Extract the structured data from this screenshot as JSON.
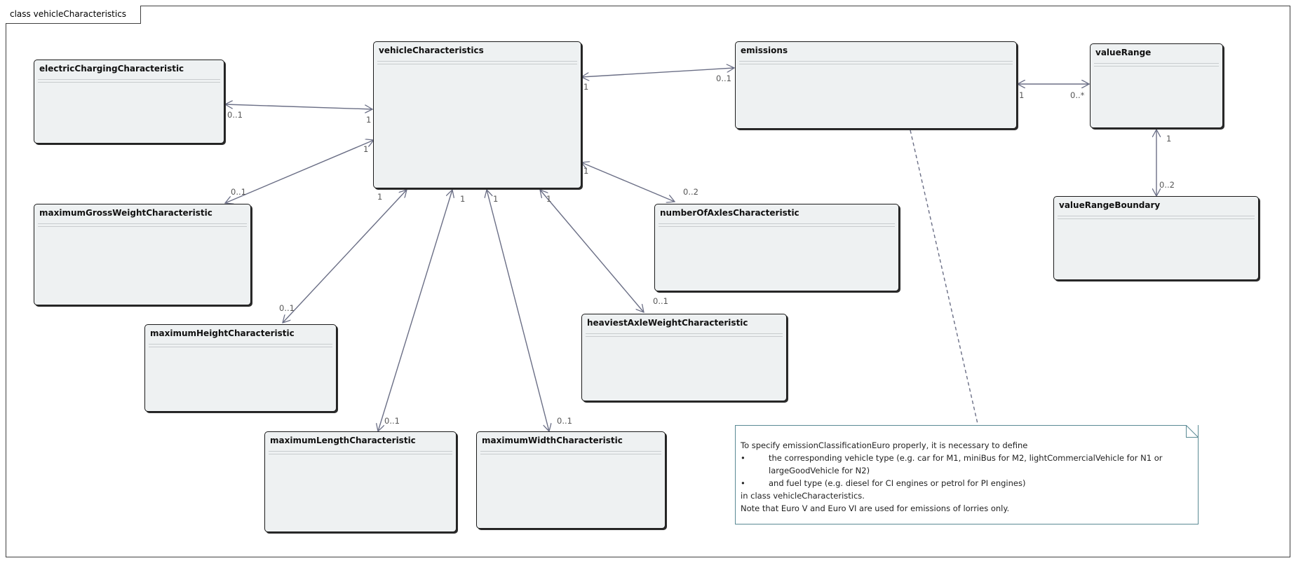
{
  "frame": {
    "title": "class vehicleCharacteristics"
  },
  "classes": {
    "vehicleCharacteristics": "vehicleCharacteristics",
    "electricChargingCharacteristic": "electricChargingCharacteristic",
    "maximumGrossWeightCharacteristic": "maximumGrossWeightCharacteristic",
    "maximumHeightCharacteristic": "maximumHeightCharacteristic",
    "maximumLengthCharacteristic": "maximumLengthCharacteristic",
    "maximumWidthCharacteristic": "maximumWidthCharacteristic",
    "heaviestAxleWeightCharacteristic": "heaviestAxleWeightCharacteristic",
    "numberOfAxlesCharacteristic": "numberOfAxlesCharacteristic",
    "emissions": "emissions",
    "valueRange": "valueRange",
    "valueRangeBoundary": "valueRangeBoundary"
  },
  "multiplicities": {
    "ec_src": "1",
    "ec_dst": "0..1",
    "mgw_src": "1",
    "mgw_dst": "0..1",
    "mh_src": "1",
    "mh_dst": "0..1",
    "ml_src": "1",
    "ml_dst": "0..1",
    "mw_src": "1",
    "mw_dst": "0..1",
    "haw_src": "1",
    "haw_dst": "0..1",
    "noa_src": "1",
    "noa_dst": "0..2",
    "em_src": "1",
    "em_dst": "0..1",
    "vr_src": "1",
    "vr_dst": "0..*",
    "vrb_src": "1",
    "vrb_dst": "0..2"
  },
  "note": {
    "line1": "To specify emissionClassificationEuro properly, it is necessary to define",
    "bullet1a": "the corresponding vehicle type  (e.g. car for M1, miniBus for M2, lightCommercialVehicle for N1 or",
    "bullet1b": "largeGoodVehicle for N2)",
    "bullet2": "and fuel type (e.g. diesel for CI engines or petrol for PI engines)",
    "line3": "in class vehicleCharacteristics.",
    "line4": "Note that Euro V and Euro VI are used for emissions of lorries only."
  }
}
